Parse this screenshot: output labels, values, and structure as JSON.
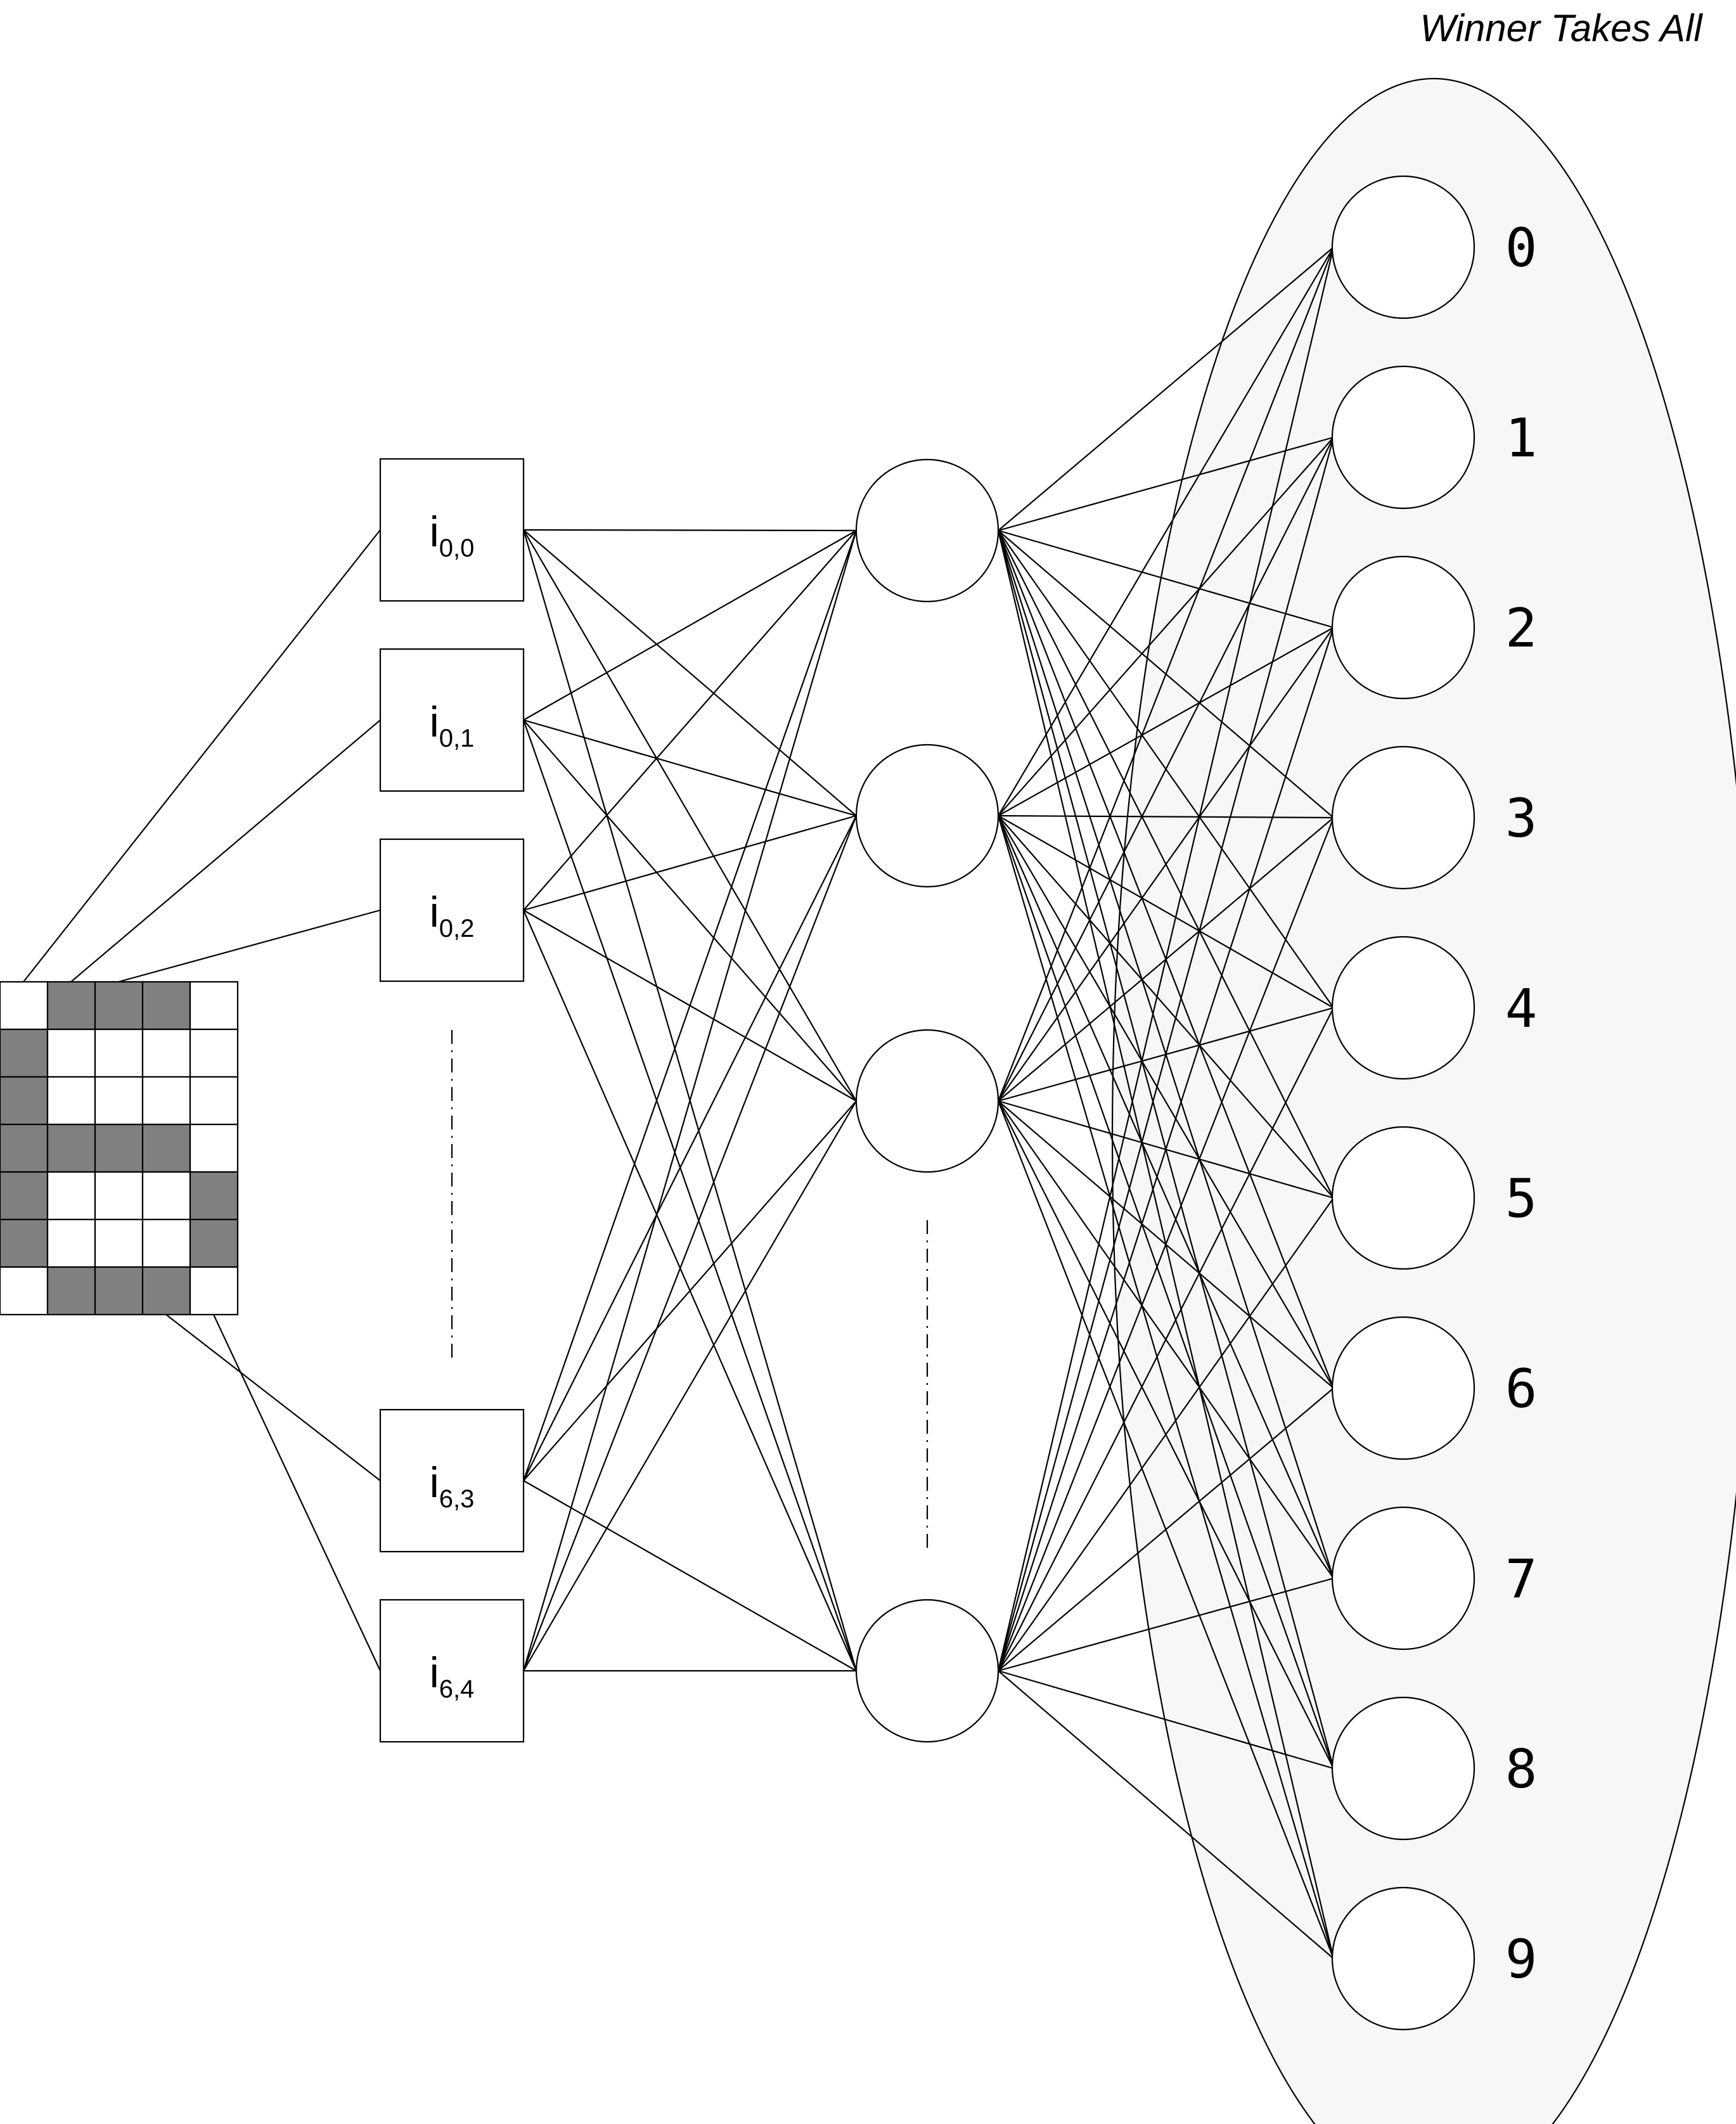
{
  "title": "Winner Takes All",
  "input_grid": {
    "rows": 7,
    "cols": 5,
    "filled": [
      [
        0,
        1,
        1,
        1,
        0
      ],
      [
        1,
        0,
        0,
        0,
        0
      ],
      [
        1,
        0,
        0,
        0,
        0
      ],
      [
        1,
        1,
        1,
        1,
        0
      ],
      [
        1,
        0,
        0,
        0,
        1
      ],
      [
        1,
        0,
        0,
        0,
        1
      ],
      [
        0,
        1,
        1,
        1,
        0
      ]
    ],
    "fill_color": "#808080",
    "empty_color": "#ffffff"
  },
  "input_nodes": [
    {
      "main": "i",
      "sub": "0,0"
    },
    {
      "main": "i",
      "sub": "0,1"
    },
    {
      "main": "i",
      "sub": "0,2"
    },
    {
      "main": "i",
      "sub": "6,3"
    },
    {
      "main": "i",
      "sub": "6,4"
    }
  ],
  "hidden_nodes_count": 4,
  "output_labels": [
    "0",
    "1",
    "2",
    "3",
    "4",
    "5",
    "6",
    "7",
    "8",
    "9"
  ],
  "colors": {
    "ellipse_fill": "#f7f7f7",
    "line": "#000000"
  }
}
